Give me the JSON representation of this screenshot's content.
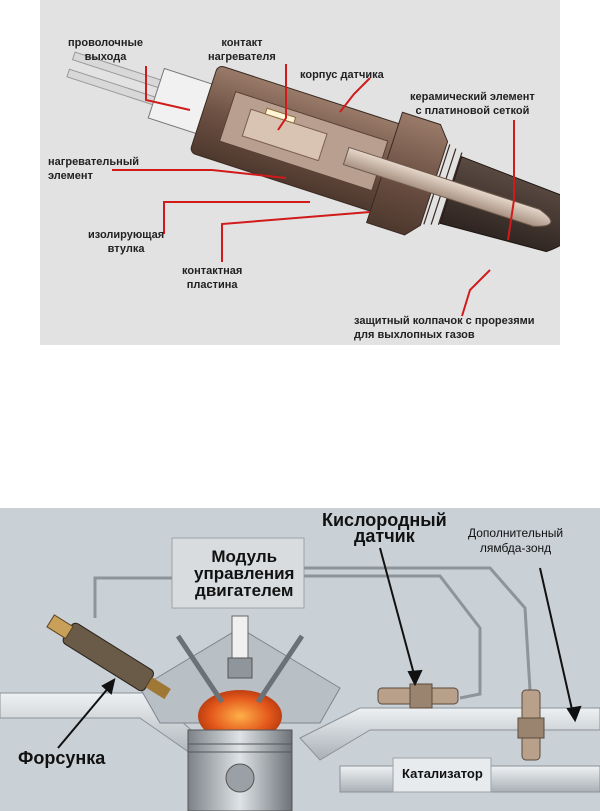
{
  "sensor_figure": {
    "labels": {
      "wire_leads": "проволочные\nвыхода",
      "heater_contact": "контакт\nнагревателя",
      "sensor_body": "корпус датчика",
      "ceramic_element": "керамический элемент\nс платиновой сеткой",
      "heating_element": "нагревательный\nэлемент",
      "insulating_sleeve": "изолирующая\nвтулка",
      "contact_plate": "контактная\nпластина",
      "protective_cap": "защитный колпачок с прорезями\nдля выхлопных газов"
    }
  },
  "engine_figure": {
    "labels": {
      "ecu": "Модуль\nуправления\nдвигателем",
      "oxygen_sensor": "Кислородный\nдатчик",
      "extra_lambda": "Дополнительный\nлямбда-зонд",
      "injector": "Форсунка",
      "catalyst": "Катализатор"
    }
  },
  "colors": {
    "callout_line": "#d11a1a",
    "sensor_body": "#7a5e4e",
    "background_sensor": "#e2e2e2",
    "background_engine": "#c9d0d6"
  }
}
